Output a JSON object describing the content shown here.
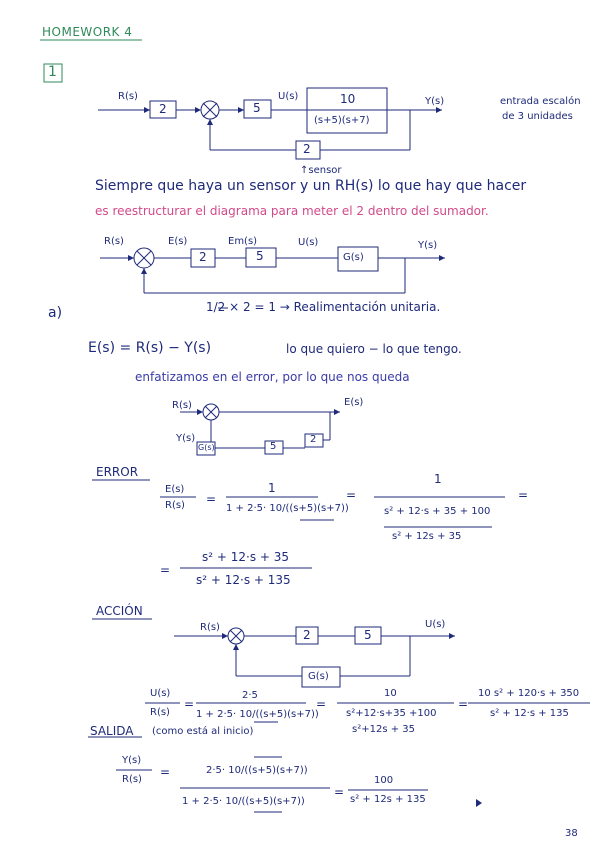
{
  "header": {
    "title": "HOMEWORK 4"
  },
  "problem_number": "1",
  "diagram1": {
    "input": "R(s)",
    "gain_block": "2",
    "control_block": "5",
    "signal_u": "U(s)",
    "plant_num": "10",
    "plant_den": "(s+5)(s+7)",
    "output": "Y(s)",
    "feedback_block": "2",
    "sensor_label": "↑sensor",
    "note_line1": "entrada escalón",
    "note_line2": "de 3 unidades"
  },
  "remark": {
    "line1": "Siempre que haya un sensor y un RH(s) lo que hay que hacer",
    "line2": "es reestructurar el diagrama para meter el 2 dentro del sumador."
  },
  "diagram2": {
    "input": "R(s)",
    "error": "E(s)",
    "em": "Em(s)",
    "u": "U(s)",
    "output": "Y(s)",
    "block1": "2",
    "block2": "5",
    "block3": "G(s)"
  },
  "part_a": {
    "label": "a)",
    "unit_feedback": "1/2 × 2 = 1  →  Realimentación unitaria.",
    "error_def": "E(s) = R(s) − Y(s)",
    "error_meaning": "lo que quiero − lo que tengo.",
    "focus_note": "enfatizamos en el error, por lo que nos queda"
  },
  "diagram3": {
    "input": "R(s)",
    "output": "E(s)",
    "feedback_in": "Y(s)",
    "block_g": "G(s)",
    "block_5": "5",
    "block_2": "2"
  },
  "error_section": {
    "heading": "ERROR",
    "lhs_num": "E(s)",
    "lhs_den": "R(s)",
    "f1_num": "1",
    "f1_den": "1 + 2·5· 10/((s+5)(s+7))",
    "f2_num": "1",
    "f2_den_top": "s² + 12·s + 35 + 100",
    "f2_den_bot": "s² + 12s + 35",
    "r_num": "s² + 12·s + 35",
    "r_den": "s² + 12·s + 135"
  },
  "diagram4": {
    "input": "R(s)",
    "output": "U(s)",
    "block1": "2",
    "block2": "5",
    "block_g": "G(s)"
  },
  "action_section": {
    "heading": "ACCIÓN",
    "lhs_num": "U(s)",
    "lhs_den": "R(s)",
    "f1_num": "2·5",
    "f1_den": "1 + 2·5· 10/((s+5)(s+7))",
    "f2_num": "10",
    "f2_den_top": "s²+12·s+35 +100",
    "f2_den_bot": "s²+12s + 35",
    "r_num": "10 s² + 120·s + 350",
    "r_den": "s² + 12·s + 135"
  },
  "output_section": {
    "heading": "SALIDA",
    "note": "(como está al inicio)",
    "lhs_num": "Y(s)",
    "lhs_den": "R(s)",
    "f1_num": "2·5· 10/((s+5)(s+7))",
    "f1_den": "1 + 2·5· 10/((s+5)(s+7))",
    "r_num": "100",
    "r_den": "s² + 12s + 135"
  },
  "page_number": "38"
}
